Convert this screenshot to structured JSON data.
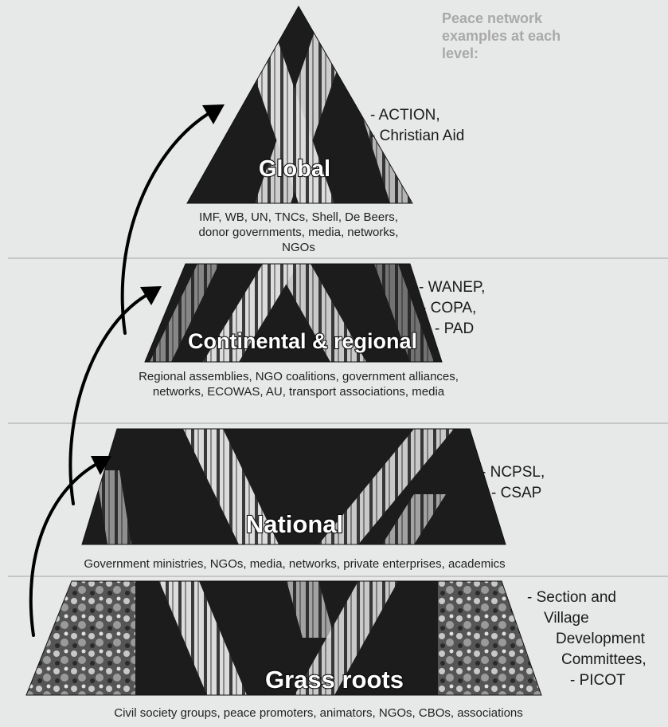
{
  "title": "Peace network examples at each level:",
  "colors": {
    "background": "#e7e8e8",
    "band_dark": "#1c1c1c",
    "band_light": "#c9c9c9",
    "divider": "#a4a4a4",
    "arrow": "#000000",
    "title": "#a9a9a9"
  },
  "levels": [
    {
      "name": "Global",
      "actors": "IMF, WB, UN, TNCs, Shell, De Beers, donor governments, media, networks, NGOs",
      "examples": [
        "- ACTION,",
        "- Christian Aid"
      ]
    },
    {
      "name": "Continental & regional",
      "actors": "Regional assemblies, NGO coalitions, government alliances, networks, ECOWAS, AU, transport associations, media",
      "examples": [
        "- WANEP,",
        "- COPA,",
        "- PAD"
      ]
    },
    {
      "name": "National",
      "actors": "Government ministries, NGOs, media, networks, private enterprises, academics",
      "examples": [
        "- NCPSL,",
        "- CSAP"
      ]
    },
    {
      "name": "Grass roots",
      "actors": "Civil society groups, peace promoters, animators, NGOs, CBOs, associations",
      "examples": [
        "- Section and",
        "Village",
        "Development",
        "Committees,",
        "- PICOT"
      ]
    }
  ]
}
